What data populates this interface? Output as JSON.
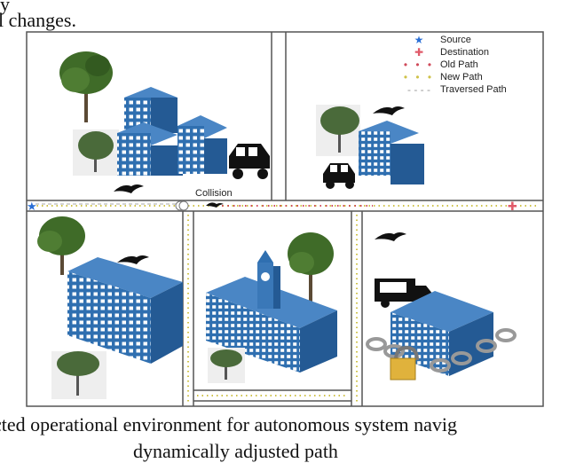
{
  "top_text": {
    "line1": "y",
    "line2": "l changes."
  },
  "legend": [
    {
      "label": "Source",
      "symbol": "star",
      "color": "#2a6fd6"
    },
    {
      "label": "Destination",
      "symbol": "cross",
      "color": "#e05b6a"
    },
    {
      "label": "Old Path",
      "symbol": "dots",
      "color": "#d04a5a"
    },
    {
      "label": "New Path",
      "symbol": "dots",
      "color": "#cfc24a"
    },
    {
      "label": "Traversed Path",
      "symbol": "dashes",
      "color": "#999999"
    }
  ],
  "collision_label": "Collision",
  "caption": {
    "line1": "cted operational environment for autonomous system navig",
    "line2": "dynamically adjusted path"
  },
  "colors": {
    "building": "#2f6fb0",
    "building_dark": "#1f4f86",
    "tree": "#3f6b28",
    "road_border": "#555555"
  }
}
